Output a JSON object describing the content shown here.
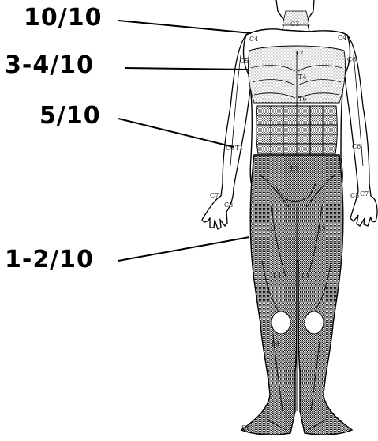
{
  "diagram": {
    "colors": {
      "ink": "#000000",
      "light_stipple": "#bdbdbd",
      "medium_stipple": "#8a8a8a",
      "dense_stipple": "#5a5a5a",
      "paper": "#ffffff"
    },
    "labels": [
      {
        "id": "label-neck-shoulders",
        "text": "10/10"
      },
      {
        "id": "label-chest",
        "text": "3-4/10"
      },
      {
        "id": "label-abdomen",
        "text": "5/10"
      },
      {
        "id": "label-legs",
        "text": "1-2/10"
      }
    ],
    "dermatome_marks": [
      "C3",
      "C4",
      "C4",
      "C5",
      "C6",
      "T2",
      "T4",
      "T6",
      "C6",
      "T1",
      "C6",
      "C7",
      "C8",
      "C7",
      "C8",
      "L1",
      "L2",
      "L3",
      "L3",
      "L4",
      "L5",
      "L4",
      "S1"
    ]
  }
}
